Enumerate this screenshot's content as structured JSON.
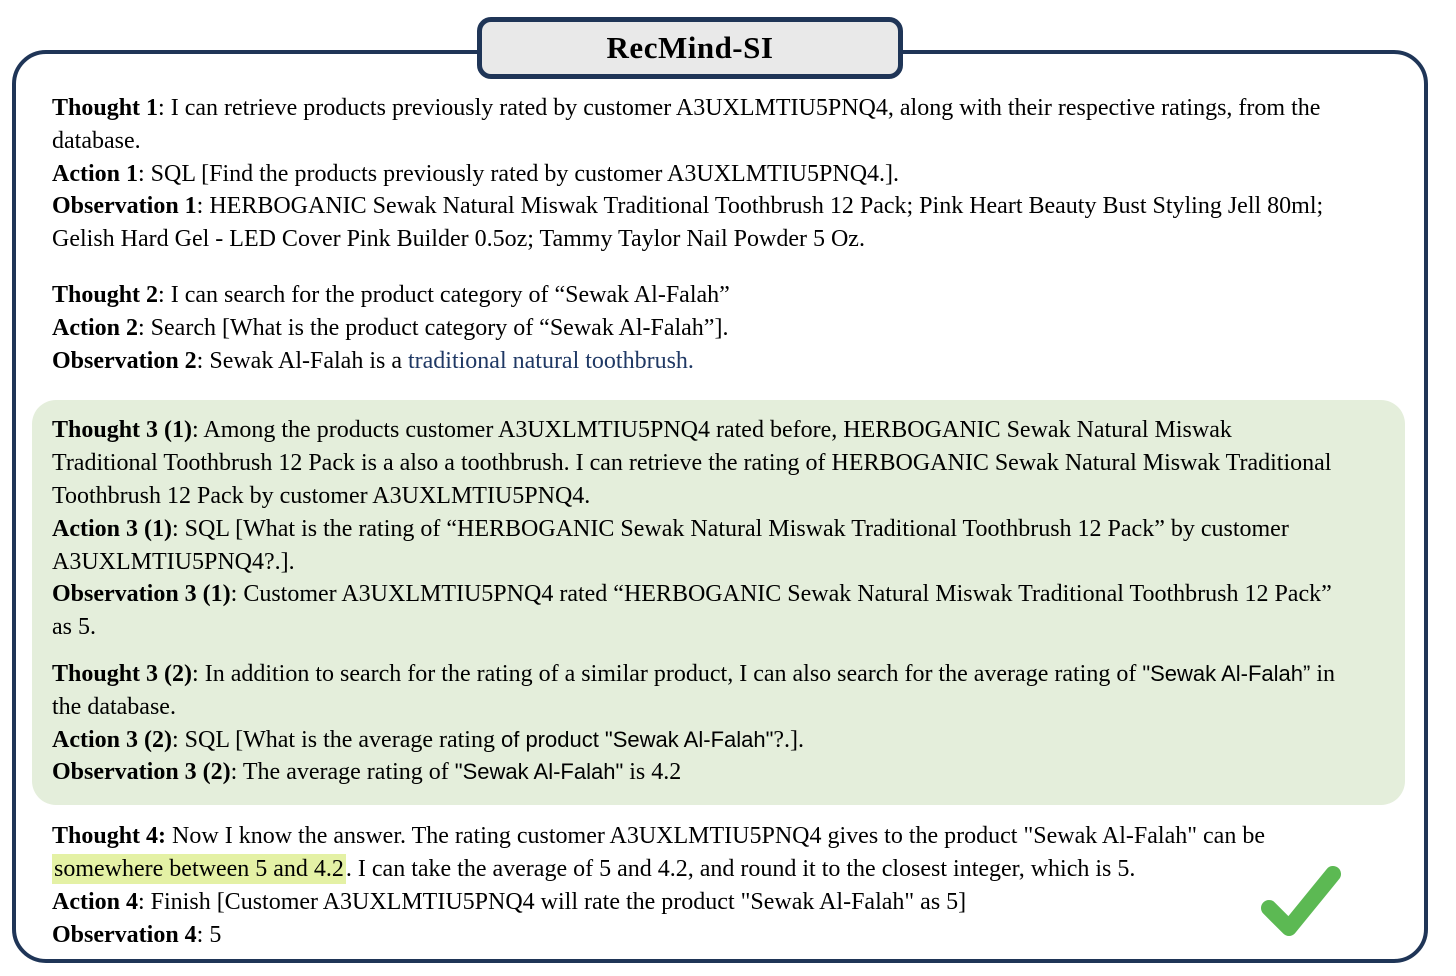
{
  "title": "RecMind-SI",
  "colors": {
    "navy": "#1f3557",
    "navy_text": "#1f3864",
    "title_bg": "#e9e9e9",
    "green_block": "#e4eedb",
    "highlight": "#e4f1a5",
    "check_green": "#5cb953"
  },
  "steps": {
    "s1t": {
      "label": "Thought 1",
      "text": ": I can retrieve products previously rated by customer A3UXLMTIU5PNQ4, along with their respective ratings, from the database."
    },
    "s1a": {
      "label": "Action 1",
      "text": ": SQL [Find the products previously rated by customer A3UXLMTIU5PNQ4.]."
    },
    "s1o": {
      "label": "Observation 1",
      "text": ": HERBOGANIC Sewak Natural Miswak Traditional Toothbrush 12 Pack; Pink Heart Beauty Bust Styling Jell 80ml; Gelish Hard Gel - LED Cover Pink Builder 0.5oz; Tammy Taylor Nail Powder 5 Oz."
    },
    "s2t": {
      "label": "Thought 2",
      "text": ": I can search for the product category of “Sewak Al-Falah”"
    },
    "s2a": {
      "label": "Action 2",
      "text": ": Search [What is the product category of “Sewak Al-Falah”]."
    },
    "s2o": {
      "label": "Observation 2",
      "pre": ": Sewak Al-Falah is a ",
      "colored": "traditional natural toothbrush."
    },
    "s3t1": {
      "label": "Thought 3 (1)",
      "text": ": Among the products customer A3UXLMTIU5PNQ4 rated before, HERBOGANIC Sewak Natural Miswak Traditional Toothbrush 12 Pack is a also a toothbrush. I can retrieve the rating of HERBOGANIC Sewak Natural Miswak Traditional Toothbrush 12 Pack by customer A3UXLMTIU5PNQ4."
    },
    "s3a1": {
      "label": "Action 3 (1)",
      "text": ": SQL [What is the rating of “HERBOGANIC Sewak Natural Miswak Traditional Toothbrush 12 Pack” by customer A3UXLMTIU5PNQ4?.]."
    },
    "s3o1": {
      "label": "Observation 3 (1)",
      "text": ":  Customer A3UXLMTIU5PNQ4 rated “HERBOGANIC Sewak Natural Miswak Traditional Toothbrush 12 Pack” as 5."
    },
    "s3t2": {
      "label": "Thought 3 (2)",
      "pre": ": In addition to search for the rating of a similar product, I can also search for the average rating of ",
      "sans": "\"Sewak Al-Falah”",
      "post": " in the database."
    },
    "s3a2": {
      "label": "Action 3 (2)",
      "pre": ": SQL [What is the average rating ",
      "sans": "of product \"Sewak Al-Falah\"",
      "post": "?.]."
    },
    "s3o2": {
      "label": "Observation 3 (2)",
      "pre": ":  The average rating of ",
      "sans": "\"Sewak Al-Falah\"",
      "post": " is 4.2"
    },
    "s4t": {
      "label": "Thought 4:",
      "pre": " Now I know the answer. The rating customer A3UXLMTIU5PNQ4 gives to the product \"Sewak Al-Falah\" can be ",
      "highlight": "somewhere between 5 and 4.2",
      "post": ". I can take the average of 5 and 4.2, and round it to the closest integer, which is 5."
    },
    "s4a": {
      "label": "Action 4",
      "text": ": Finish [Customer A3UXLMTIU5PNQ4 will rate the product \"Sewak Al-Falah\" as 5]"
    },
    "s4o": {
      "label": "Observation 4",
      "text": ":  5"
    }
  },
  "icons": {
    "checkmark": "success-check"
  }
}
